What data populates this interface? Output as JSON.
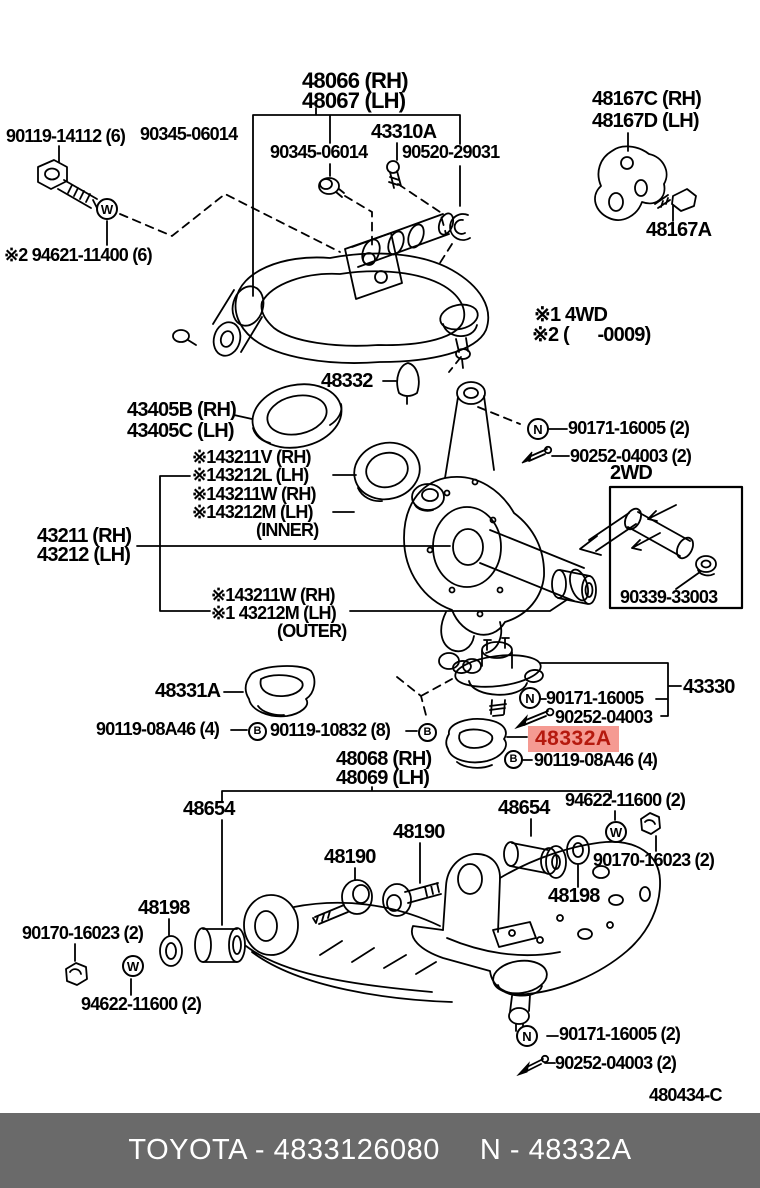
{
  "labels": {
    "p48066": "48066 (RH)",
    "p48067": "48067 (LH)",
    "p90119_14112": "90119-14112 (6)",
    "p90345_06014_a": "90345-06014",
    "p90345_06014_b": "90345-06014",
    "p43310A": "43310A",
    "p90520_29031": "90520-29031",
    "p48167C": "48167C (RH)",
    "p48167D": "48167D (LH)",
    "p48167A": "48167A",
    "note_94621": "※2 94621-11400 (6)",
    "note1": "※1 4WD",
    "note2": "※2 (      -0009)",
    "p48332": "48332",
    "p43405B": "43405B (RH)",
    "p43405C": "43405C (LH)",
    "k143211V": "※143211V (RH)",
    "k143212L": "※143212L (LH)",
    "k143211W": "※143211W (RH)",
    "k143212M": "※143212M (LH)",
    "inner": "(INNER)",
    "p43211": "43211 (RH)",
    "p43212": "43212 (LH)",
    "k143211W_out": "※143211W (RH)",
    "k143212M_out": "※1 43212M (LH)",
    "outer": "(OUTER)",
    "p90171_16005_top": "90171-16005 (2)",
    "p90252_04003_top": "90252-04003 (2)",
    "twd": "2WD",
    "p90339_33003": "90339-33003",
    "p43330": "43330",
    "p48331A": "48331A",
    "p90119_08A46_l": "90119-08A46 (4)",
    "p90119_10832": "90119-10832 (8)",
    "p90171_16005_mid": "90171-16005",
    "p90252_04003_mid": "90252-04003",
    "p48332A": "48332A",
    "p90119_08A46_r": "90119-08A46 (4)",
    "p48068": "48068 (RH)",
    "p48069": "48069 (LH)",
    "p48654_l": "48654",
    "p48654_r": "48654",
    "p94622_11600_r": "94622-11600 (2)",
    "p90170_16023_r": "90170-16023 (2)",
    "p48190_r": "48190",
    "p48190_l": "48190",
    "p48198_r": "48198",
    "p48198_l": "48198",
    "p90170_16023_l": "90170-16023 (2)",
    "p94622_11600_l": "94622-11600 (2)",
    "p90171_16005_bot": "90171-16005 (2)",
    "p90252_04003_bot": "90252-04003 (2)",
    "diagram_code": "480434-C"
  },
  "markers": {
    "nut": "N",
    "washer": "W",
    "bolt": "B"
  },
  "footer": {
    "left": "TOYOTA - 4833126080",
    "right": "N - 48332A"
  },
  "colors": {
    "highlight_bg": "#f59a92",
    "highlight_text": "#b5190e",
    "footer_bg": "#6a6a6a",
    "footer_text": "#ffffff",
    "line": "#000000"
  }
}
